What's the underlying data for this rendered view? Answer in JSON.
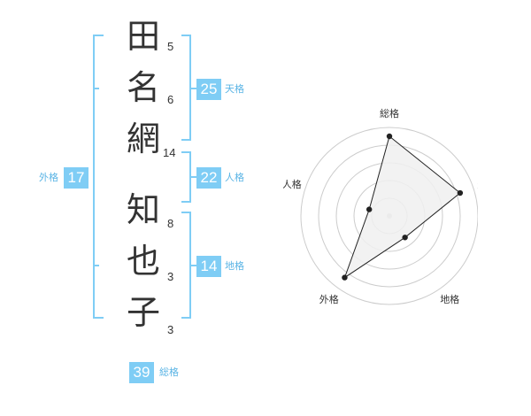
{
  "colors": {
    "bracket": "#7fcdf5",
    "badge_bg": "#7fcdf5",
    "badge_text": "#ffffff",
    "label_text": "#5ab4e5",
    "kanji_text": "#333333",
    "radar_ring": "#cccccc",
    "radar_fill": "#f0f0f0",
    "radar_line": "#222222"
  },
  "name": {
    "chars": [
      {
        "char": "田",
        "strokes": "5"
      },
      {
        "char": "名",
        "strokes": "6"
      },
      {
        "char": "網",
        "strokes": "14"
      },
      {
        "char": "知",
        "strokes": "8"
      },
      {
        "char": "也",
        "strokes": "3"
      },
      {
        "char": "子",
        "strokes": "3"
      }
    ]
  },
  "fortune": {
    "tenkaku": {
      "value": "25",
      "label": "天格"
    },
    "jinkaku": {
      "value": "22",
      "label": "人格"
    },
    "chikaku": {
      "value": "14",
      "label": "地格"
    },
    "gaikaku": {
      "value": "17",
      "label": "外格"
    },
    "soukaku": {
      "value": "39",
      "label": "総格"
    }
  },
  "chart_data": {
    "type": "radar",
    "axes": [
      "総格",
      "天格",
      "地格",
      "外格",
      "人格"
    ],
    "rings": 5,
    "range": [
      0,
      5
    ],
    "values": [
      4.5,
      4.2,
      1.5,
      4.3,
      1.2
    ],
    "grid": true
  }
}
